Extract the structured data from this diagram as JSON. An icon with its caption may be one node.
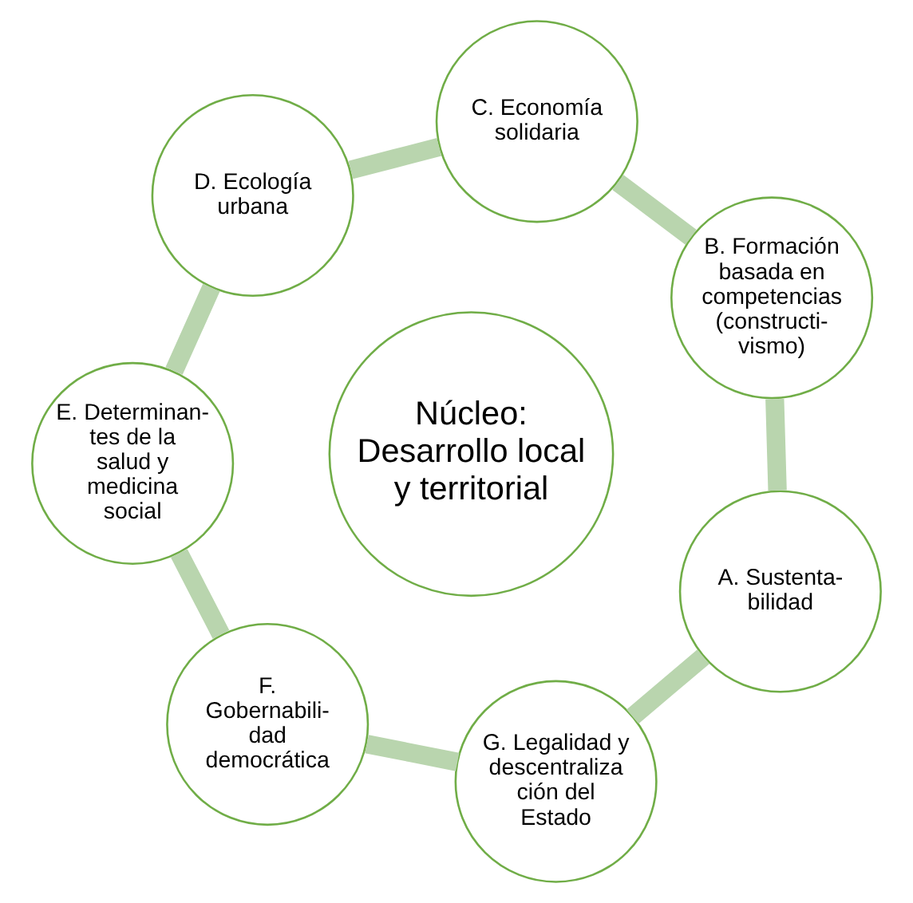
{
  "diagram": {
    "nodes": [
      {
        "text": [
          "Núcleo: Desarrollo local y territorial"
        ]
      },
      {
        "text": [
          "A. Sustenta- bilidad"
        ]
      },
      {
        "text": [
          "B. Formación basada en competencias (constructi- vismo)"
        ]
      },
      {
        "text": [
          "C. Economía solidaria"
        ]
      },
      {
        "text": [
          "D. Ecología urbana"
        ]
      },
      {
        "text": [
          "E. Determinan- tes de la salud y medicina social"
        ]
      },
      {
        "text": [
          "F. Gobernabili- dad democrática"
        ]
      },
      {
        "text": [
          "G. Legalidad y descentraliza ción del Estado"
        ]
      }
    ],
    "edges": [
      {
        "from": 1,
        "to": 2,
        "arrow": "none"
      },
      {
        "from": 2,
        "to": 3,
        "arrow": "none"
      },
      {
        "from": 3,
        "to": 4,
        "arrow": "none"
      },
      {
        "from": 4,
        "to": 5,
        "arrow": "none"
      },
      {
        "from": 5,
        "to": 6,
        "arrow": "none"
      },
      {
        "from": 6,
        "to": 7,
        "arrow": "none"
      },
      {
        "from": 7,
        "to": 1,
        "arrow": "none"
      }
    ]
  }
}
